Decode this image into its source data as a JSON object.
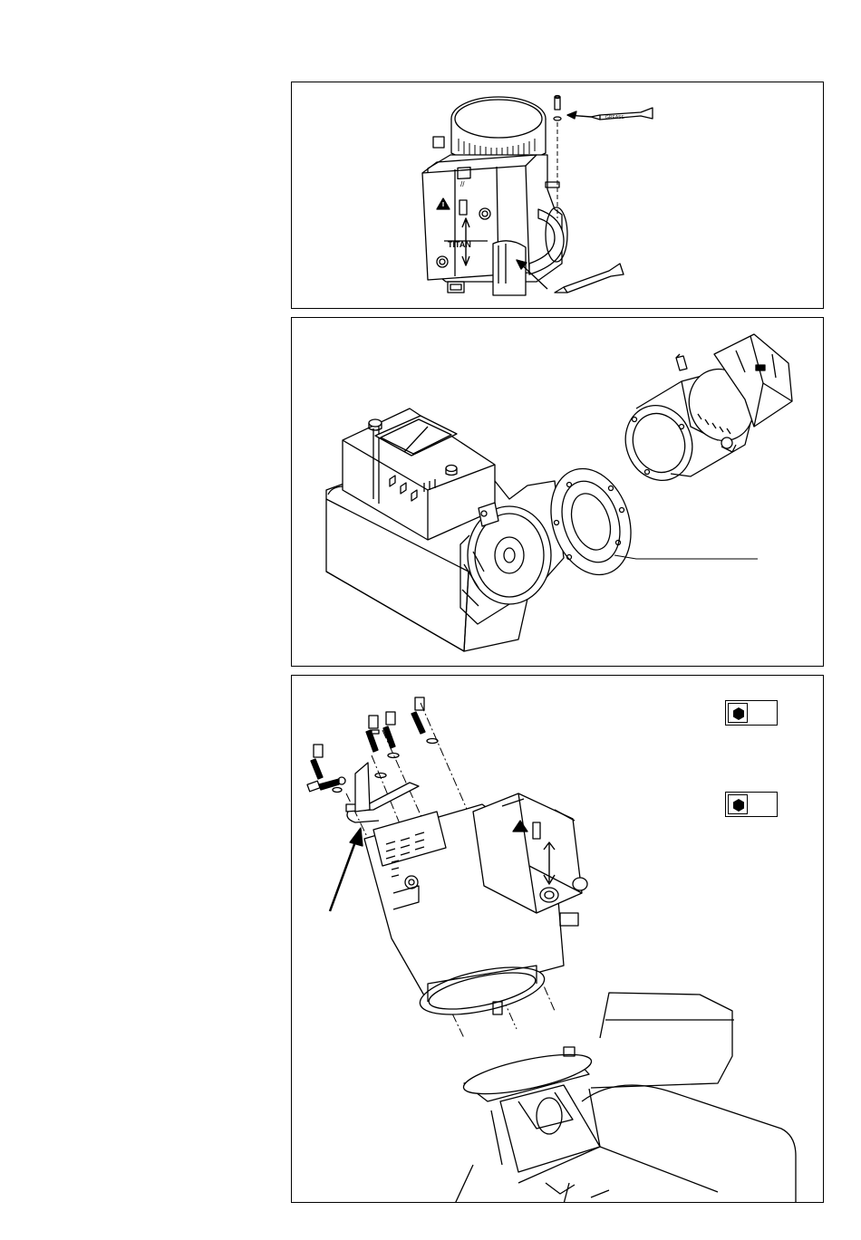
{
  "panels": [
    {
      "id": "panel-1",
      "label": "grease-application",
      "tube_label": "GREASE"
    },
    {
      "id": "panel-2",
      "label": "gasket-alignment"
    },
    {
      "id": "panel-3",
      "label": "motor-bolt-installation"
    }
  ],
  "logo_text": "TITAN",
  "icons": [
    "hex-key-icon",
    "hex-key-icon",
    "warning-icon",
    "arrow-icon"
  ]
}
